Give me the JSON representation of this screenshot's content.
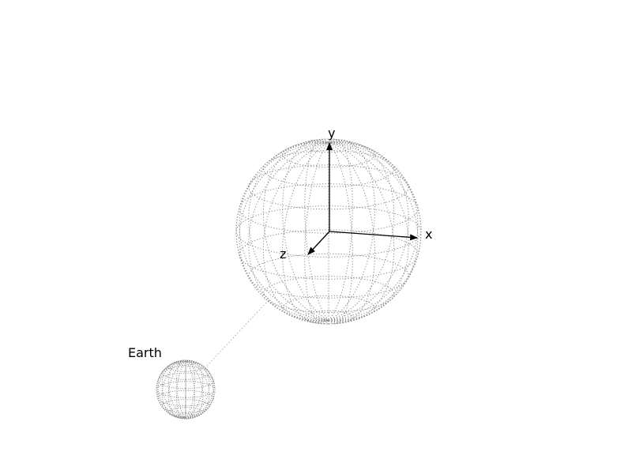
{
  "labels": {
    "earth": "Earth",
    "axis_x": "x",
    "axis_y": "y",
    "axis_z": "z"
  },
  "colors": {
    "background": "#ffffff",
    "wireframe": "#888888",
    "axes": "#000000"
  }
}
